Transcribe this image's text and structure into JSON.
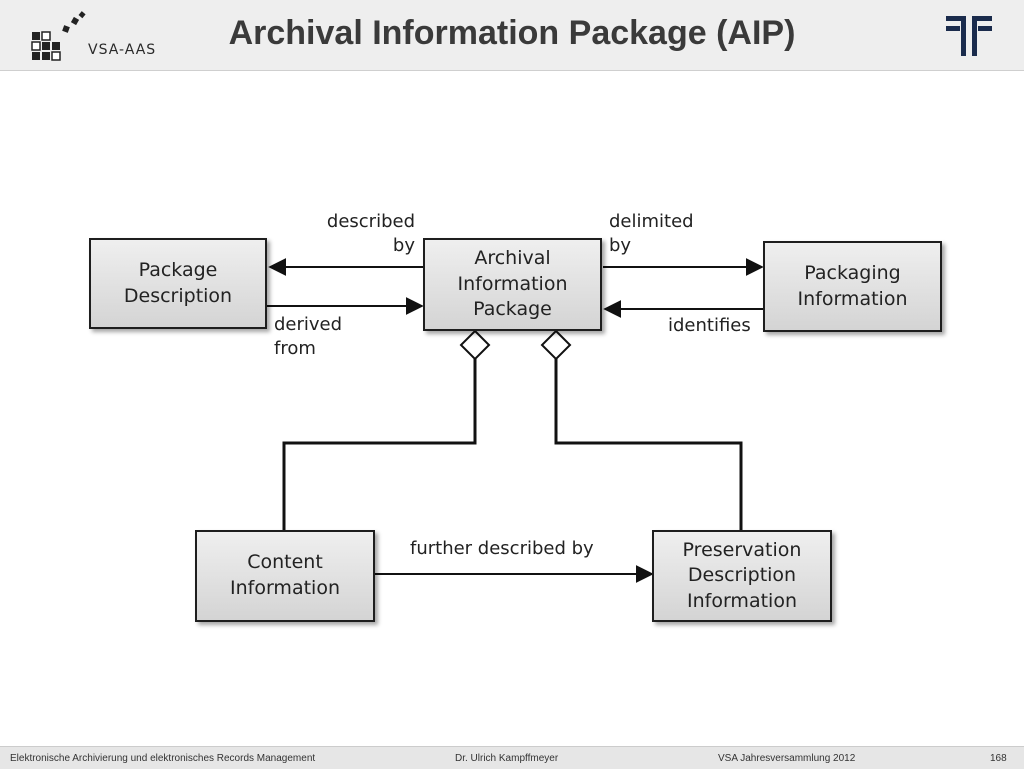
{
  "header": {
    "title": "Archival Information Package (AIP)",
    "logo_left_text": "VSA-AAS"
  },
  "diagram": {
    "boxes": {
      "package_description": "Package Description",
      "aip": "Archival Information Package",
      "packaging_information": "Packaging Information",
      "content_information": "Content Information",
      "preservation_description": "Preservation Description Information"
    },
    "labels": {
      "described_by": "described\nby",
      "derived_from": "derived\nfrom",
      "delimited_by": "delimited\nby",
      "identifies": "identifies",
      "further_described_by": "further described by"
    }
  },
  "footer": {
    "left": "Elektronische Archivierung und elektronisches Records Management",
    "center": "Dr. Ulrich Kampffmeyer",
    "right": "VSA Jahresversammlung 2012",
    "page": "168"
  }
}
